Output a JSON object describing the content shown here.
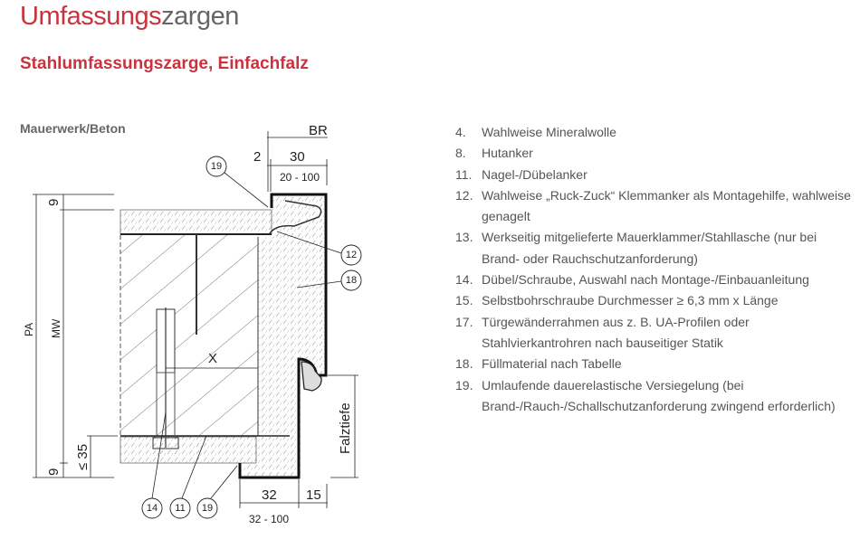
{
  "header": {
    "title_red": "Umfassungs",
    "title_gray": "zargen",
    "subtitle": "Stahlumfassungszarge, Einfachfalz",
    "section": "Mauerwerk/Beton"
  },
  "diagram": {
    "dims": {
      "br": "BR",
      "two": "2",
      "thirty": "30",
      "range_top": "20 - 100",
      "pa": "PA",
      "mw": "MW",
      "nine_top": "9",
      "nine_bottom": "9",
      "le35": "≤ 35",
      "x": "X",
      "falztiefe": "Falztiefe",
      "thirtytwo": "32",
      "fifteen": "15",
      "range_bottom": "32 - 100"
    },
    "callouts": {
      "c19_top": "19",
      "c12": "12",
      "c18": "18",
      "c14": "14",
      "c11": "11",
      "c19_bottom": "19"
    }
  },
  "legend": [
    {
      "num": "4.",
      "text": "Wahlweise Mineralwolle"
    },
    {
      "num": "8.",
      "text": "Hutanker"
    },
    {
      "num": "11.",
      "text": "Nagel-/Dübelanker"
    },
    {
      "num": "12.",
      "text": "Wahlweise „Ruck-Zuck“ Klemmanker als Montagehilfe, wahlweise genagelt"
    },
    {
      "num": "13.",
      "text": "Werkseitig mitgelieferte Mauerklammer/Stahllasche (nur bei Brand- oder Rauchschutzanforderung)"
    },
    {
      "num": "14.",
      "text": "Dübel/Schraube, Auswahl nach Montage-/Einbauanleitung"
    },
    {
      "num": "15.",
      "text": "Selbstbohrschraube Durchmesser ≥ 6,3 mm x Länge"
    },
    {
      "num": "17.",
      "text": "Türgewänderrahmen aus z. B. UA-Profilen oder Stahlvierkantrohren nach bauseitiger Statik"
    },
    {
      "num": "18.",
      "text": "Füllmaterial nach Tabelle"
    },
    {
      "num": "19.",
      "text": "Umlaufende dauerelastische Versiegelung (bei Brand-/Rauch-/Schallschutzanforderung zwingend erforderlich)"
    }
  ]
}
